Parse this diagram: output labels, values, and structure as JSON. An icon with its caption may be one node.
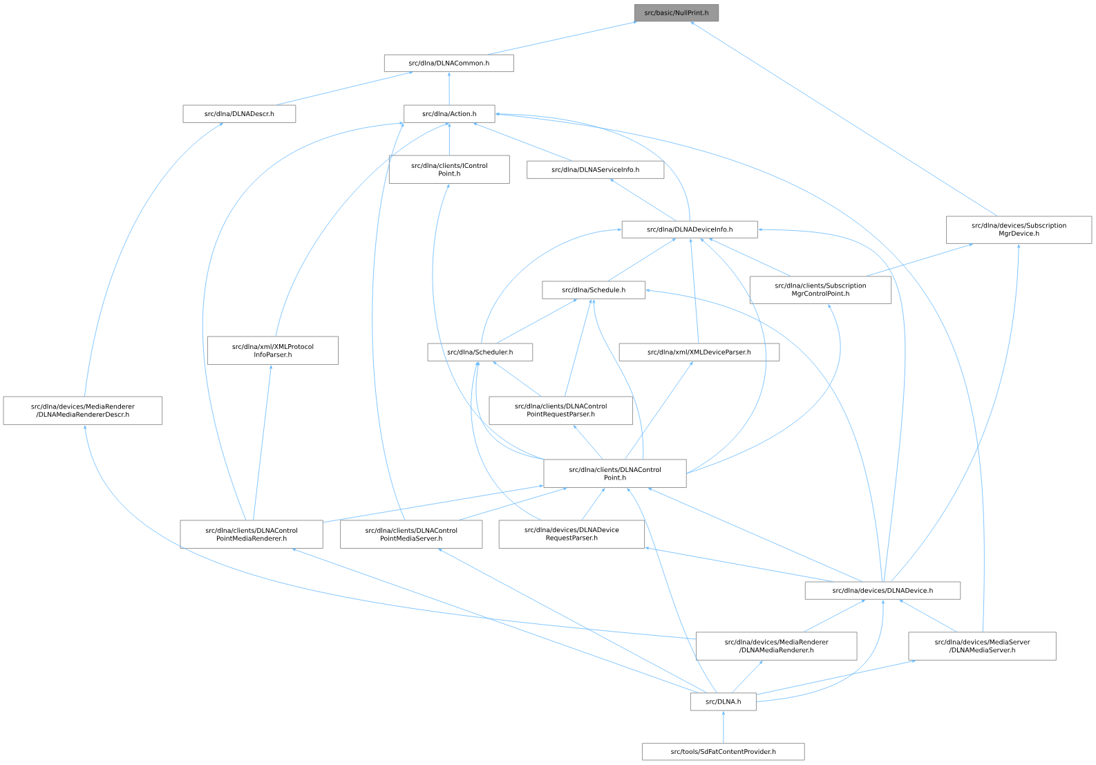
{
  "diagram": {
    "nodes": [
      {
        "text": [
          "src/basic/NullPrint.h"
        ]
      },
      {
        "text": [
          "src/dlna/DLNACommon.h"
        ]
      },
      {
        "text": [
          "src/dlna/DLNADescr.h"
        ]
      },
      {
        "text": [
          "src/dlna/Action.h"
        ]
      },
      {
        "text": [
          "src/dlna/clients/IControl Point.h"
        ]
      },
      {
        "text": [
          "src/dlna/DLNAServiceInfo.h"
        ]
      },
      {
        "text": [
          "src/dlna/devices/Subscription MgrDevice.h"
        ]
      },
      {
        "text": [
          "src/dlna/DLNADeviceInfo.h"
        ]
      },
      {
        "text": [
          "src/dlna/Schedule.h"
        ]
      },
      {
        "text": [
          "src/dlna/clients/Subscription MgrControlPoint.h"
        ]
      },
      {
        "text": [
          "src/dlna/xml/XMLProtocol InfoParser.h"
        ]
      },
      {
        "text": [
          "src/dlna/Scheduler.h"
        ]
      },
      {
        "text": [
          "src/dlna/xml/XMLDeviceParser.h"
        ]
      },
      {
        "text": [
          "src/dlna/devices/MediaRenderer /DLNAMediaRendererDescr.h"
        ]
      },
      {
        "text": [
          "src/dlna/clients/DLNAControl PointRequestParser.h"
        ]
      },
      {
        "text": [
          "src/dlna/clients/DLNAControl Point.h"
        ]
      },
      {
        "text": [
          "src/dlna/clients/DLNAControl PointMediaRenderer.h"
        ]
      },
      {
        "text": [
          "src/dlna/clients/DLNAControl PointMediaServer.h"
        ]
      },
      {
        "text": [
          "src/dlna/devices/DLNADevice RequestParser.h"
        ]
      },
      {
        "text": [
          "src/dlna/devices/DLNADevice.h"
        ]
      },
      {
        "text": [
          "src/dlna/devices/MediaRenderer /DLNAMediaRenderer.h"
        ]
      },
      {
        "text": [
          "src/dlna/devices/MediaServer /DLNAMediaServer.h"
        ]
      },
      {
        "text": [
          "src/DLNA.h"
        ]
      },
      {
        "text": [
          "src/tools/SdFatContentProvider.h"
        ]
      }
    ],
    "edges": [
      {
        "from": 1,
        "to": 0,
        "arrow": "to"
      },
      {
        "from": 6,
        "to": 0,
        "arrow": "to"
      },
      {
        "from": 2,
        "to": 1,
        "arrow": "to"
      },
      {
        "from": 3,
        "to": 1,
        "arrow": "to"
      },
      {
        "from": 13,
        "to": 2,
        "arrow": "to"
      },
      {
        "from": 4,
        "to": 3,
        "arrow": "to"
      },
      {
        "from": 5,
        "to": 3,
        "arrow": "to"
      },
      {
        "from": 7,
        "to": 3,
        "arrow": "to"
      },
      {
        "from": 10,
        "to": 3,
        "arrow": "to"
      },
      {
        "from": 16,
        "to": 3,
        "arrow": "to"
      },
      {
        "from": 17,
        "to": 3,
        "arrow": "to"
      },
      {
        "from": 21,
        "to": 3,
        "arrow": "to"
      },
      {
        "from": 15,
        "to": 4,
        "arrow": "to"
      },
      {
        "from": 7,
        "to": 5,
        "arrow": "to"
      },
      {
        "from": 9,
        "to": 6,
        "arrow": "to"
      },
      {
        "from": 19,
        "to": 6,
        "arrow": "to"
      },
      {
        "from": 8,
        "to": 7,
        "arrow": "to"
      },
      {
        "from": 9,
        "to": 7,
        "arrow": "to"
      },
      {
        "from": 11,
        "to": 7,
        "arrow": "to"
      },
      {
        "from": 12,
        "to": 7,
        "arrow": "to"
      },
      {
        "from": 15,
        "to": 7,
        "arrow": "to"
      },
      {
        "from": 19,
        "to": 7,
        "arrow": "to"
      },
      {
        "from": 11,
        "to": 8,
        "arrow": "to"
      },
      {
        "from": 14,
        "to": 8,
        "arrow": "to"
      },
      {
        "from": 15,
        "to": 8,
        "arrow": "to"
      },
      {
        "from": 19,
        "to": 8,
        "arrow": "to"
      },
      {
        "from": 15,
        "to": 9,
        "arrow": "to"
      },
      {
        "from": 16,
        "to": 10,
        "arrow": "to"
      },
      {
        "from": 14,
        "to": 11,
        "arrow": "to"
      },
      {
        "from": 15,
        "to": 11,
        "arrow": "to"
      },
      {
        "from": 18,
        "to": 11,
        "arrow": "to"
      },
      {
        "from": 15,
        "to": 12,
        "arrow": "to"
      },
      {
        "from": 20,
        "to": 13,
        "arrow": "to"
      },
      {
        "from": 15,
        "to": 14,
        "arrow": "to"
      },
      {
        "from": 16,
        "to": 15,
        "arrow": "to"
      },
      {
        "from": 17,
        "to": 15,
        "arrow": "to"
      },
      {
        "from": 18,
        "to": 15,
        "arrow": "to"
      },
      {
        "from": 19,
        "to": 15,
        "arrow": "to"
      },
      {
        "from": 22,
        "to": 15,
        "arrow": "to"
      },
      {
        "from": 22,
        "to": 16,
        "arrow": "to"
      },
      {
        "from": 22,
        "to": 17,
        "arrow": "to"
      },
      {
        "from": 19,
        "to": 18,
        "arrow": "to"
      },
      {
        "from": 20,
        "to": 19,
        "arrow": "to"
      },
      {
        "from": 21,
        "to": 19,
        "arrow": "to"
      },
      {
        "from": 22,
        "to": 19,
        "arrow": "to"
      },
      {
        "from": 22,
        "to": 20,
        "arrow": "to"
      },
      {
        "from": 22,
        "to": 21,
        "arrow": "to"
      },
      {
        "from": 23,
        "to": 22,
        "arrow": "to"
      }
    ]
  }
}
